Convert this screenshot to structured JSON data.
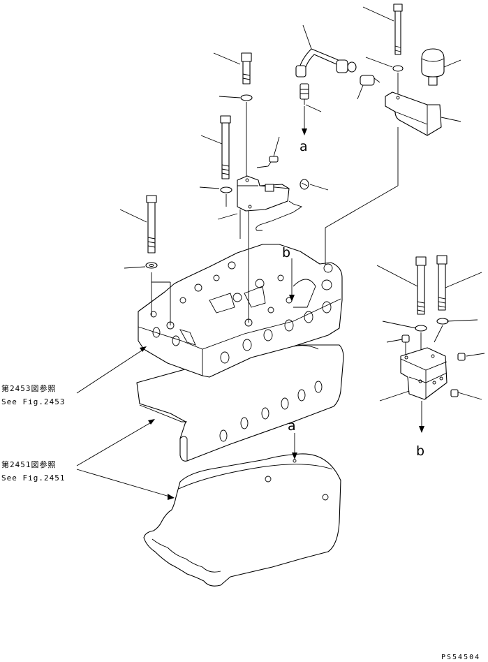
{
  "callouts": {
    "fig2453_jp": "第2453図参照",
    "fig2453_en": "See Fig.2453",
    "fig2451_jp": "第2451図参照",
    "fig2451_en": "See Fig.2451"
  },
  "markers": {
    "a": "a",
    "b": "b"
  },
  "drawing_code": "PS54504"
}
